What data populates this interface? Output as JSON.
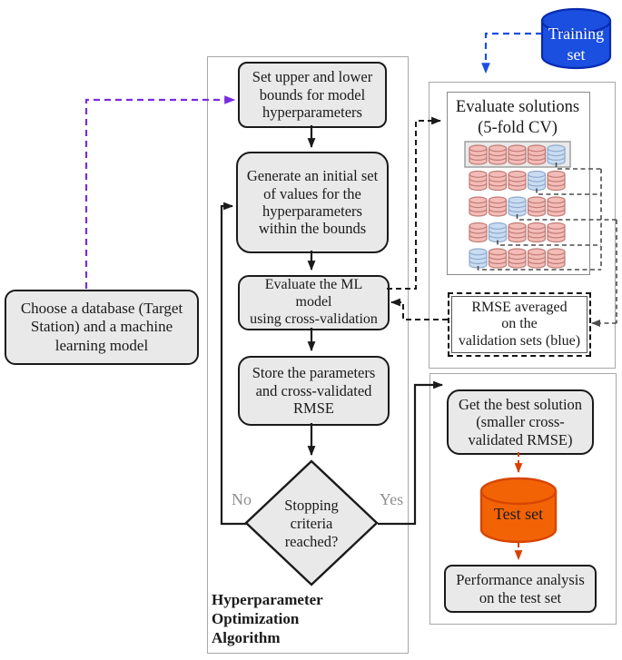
{
  "left_box": {
    "text": "Choose a database (Target\nStation) and a machine\nlearning model"
  },
  "algorithm": {
    "title": "Hyperparameter\nOptimization\nAlgorithm",
    "steps": {
      "bounds": "Set upper and lower\nbounds for model\nhyperparameters",
      "generate": "Generate an initial set\nof values for the\nhyperparameters\nwithin the bounds",
      "evaluate": "Evaluate the ML\nmodel\nusing cross-validation",
      "store": "Store the parameters\nand cross-validated\nRMSE"
    },
    "decision": {
      "text": "Stopping\ncriteria\nreached?",
      "no_label": "No",
      "yes_label": "Yes"
    }
  },
  "training_set": {
    "label": "Training\nset"
  },
  "evaluation_panel": {
    "title": "Evaluate solutions\n(5-fold CV)",
    "grid": {
      "columns": 5,
      "rows": [
        {
          "blue_index": 4
        },
        {
          "blue_index": 3
        },
        {
          "blue_index": 2
        },
        {
          "blue_index": 1
        },
        {
          "blue_index": 0
        }
      ]
    },
    "rmse_box": "RMSE averaged\non the\nvalidation sets (blue)"
  },
  "results_panel": {
    "best_solution": "Get the best solution\n(smaller cross-\nvalidated RMSE)",
    "test_set": "Test set",
    "performance": "Performance analysis\non the test set"
  },
  "colors": {
    "box_fill": "#e9e9e9",
    "box_border": "#1a1a1a",
    "panel_border": "#a8a8a8",
    "purple_arrow": "#7c2ae0",
    "training_blue": "#1a4fe0",
    "training_blue_border": "#0a2bb0",
    "test_orange": "#f26305",
    "test_orange_border": "#d84500",
    "red_arrow": "#d84000",
    "fold_pink_fill": "#f4bcb8",
    "fold_pink_stroke": "#bf7b74",
    "fold_blue_fill": "#c9dcf2",
    "fold_blue_stroke": "#8faacc",
    "gray_label": "#8f8f8f"
  }
}
